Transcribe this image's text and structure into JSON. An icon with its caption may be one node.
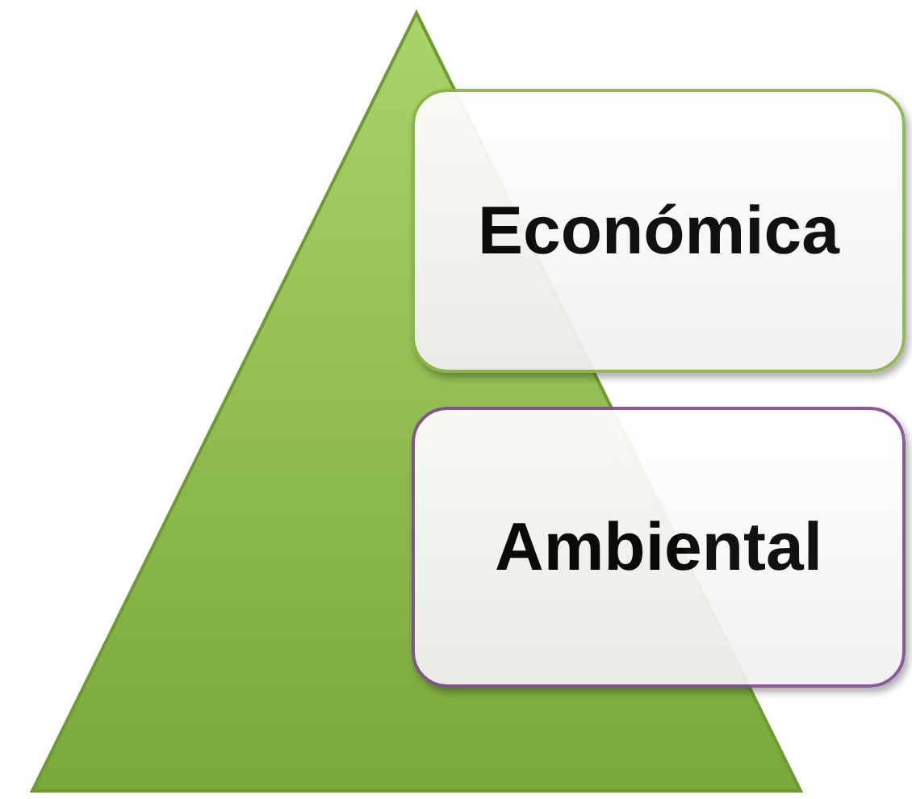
{
  "diagram": {
    "nodes": [
      {
        "text": [],
        "shape": "triangle"
      },
      {
        "text": [
          "Económica"
        ]
      },
      {
        "text": [
          "Ambiental"
        ]
      }
    ]
  }
}
